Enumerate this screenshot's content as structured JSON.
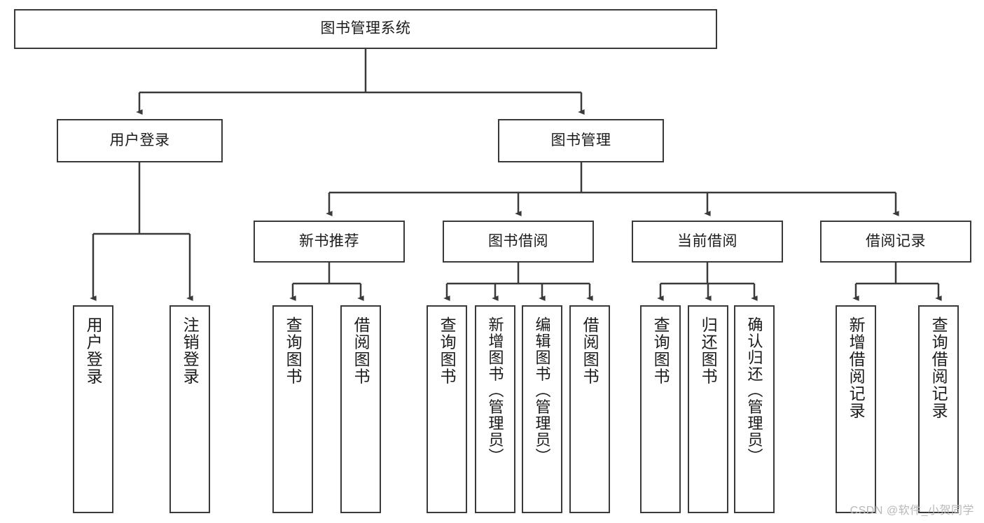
{
  "diagram": {
    "title_node": {
      "label": "图书管理系统"
    },
    "level2": [
      {
        "id": "user-login",
        "label": "用户登录"
      },
      {
        "id": "book-management",
        "label": "图书管理"
      }
    ],
    "level3": [
      {
        "id": "new-book-recommend",
        "label": "新书推荐"
      },
      {
        "id": "book-borrow",
        "label": "图书借阅"
      },
      {
        "id": "current-borrow",
        "label": "当前借阅"
      },
      {
        "id": "borrow-record",
        "label": "借阅记录"
      }
    ],
    "leaves": [
      {
        "id": "leaf-user-login",
        "label": "用户登录"
      },
      {
        "id": "leaf-logout-login",
        "label": "注销登录"
      },
      {
        "id": "leaf-query-book-1",
        "label": "查询图书"
      },
      {
        "id": "leaf-borrow-book-1",
        "label": "借阅图书"
      },
      {
        "id": "leaf-query-book-2",
        "label": "查询图书"
      },
      {
        "id": "leaf-add-book",
        "label": "新增图书（管理员）"
      },
      {
        "id": "leaf-edit-book",
        "label": "编辑图书（管理员）"
      },
      {
        "id": "leaf-borrow-book-2",
        "label": "借阅图书"
      },
      {
        "id": "leaf-query-book-3",
        "label": "查询图书"
      },
      {
        "id": "leaf-return-book",
        "label": "归还图书"
      },
      {
        "id": "leaf-confirm-return",
        "label": "确认归还（管理员）"
      },
      {
        "id": "leaf-add-borrow-record",
        "label": "新增借阅记录"
      },
      {
        "id": "leaf-query-borrow-record",
        "label": "查询借阅记录"
      }
    ]
  },
  "watermark": {
    "text": "CSDN @软件_小贺同学"
  },
  "colors": {
    "stroke": "#3a3a3a",
    "text": "#1b1b1b",
    "background": "#ffffff",
    "watermark": "#b9b9b9"
  }
}
